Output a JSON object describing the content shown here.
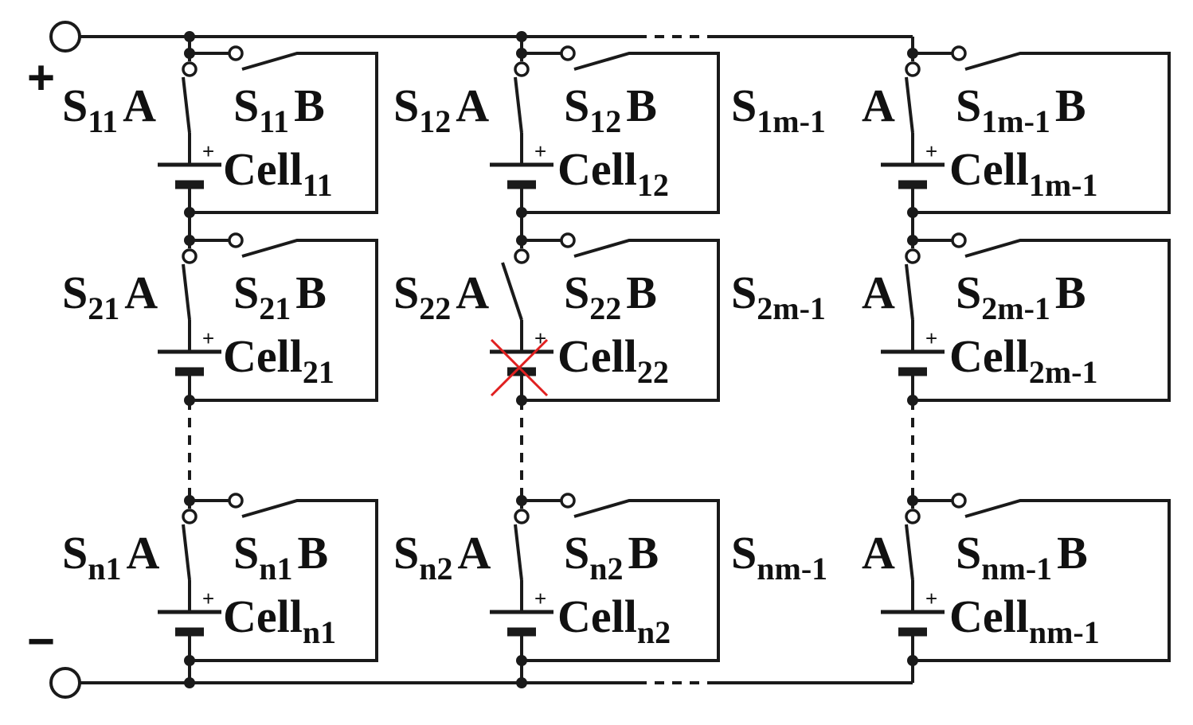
{
  "polarity": {
    "positive": "+",
    "negative": "−"
  },
  "cell_plus": "+",
  "columns": [
    {
      "cells": [
        {
          "sa": "S",
          "sa_sub": "11",
          "sa_suffix": "A",
          "sb": "S",
          "sb_sub": "11",
          "sb_suffix": "B",
          "cell": "Cell",
          "cell_sub": "11",
          "faulty": false,
          "switch_a_open": false
        },
        {
          "sa": "S",
          "sa_sub": "21",
          "sa_suffix": "A",
          "sb": "S",
          "sb_sub": "21",
          "sb_suffix": "B",
          "cell": "Cell",
          "cell_sub": "21",
          "faulty": false,
          "switch_a_open": false
        },
        {
          "sa": "S",
          "sa_sub": "n1",
          "sa_suffix": "A",
          "sb": "S",
          "sb_sub": "n1",
          "sb_suffix": "B",
          "cell": "Cell",
          "cell_sub": "n1",
          "faulty": false,
          "switch_a_open": false
        }
      ]
    },
    {
      "cells": [
        {
          "sa": "S",
          "sa_sub": "12",
          "sa_suffix": "A",
          "sb": "S",
          "sb_sub": "12",
          "sb_suffix": "B",
          "cell": "Cell",
          "cell_sub": "12",
          "faulty": false,
          "switch_a_open": false
        },
        {
          "sa": "S",
          "sa_sub": "22",
          "sa_suffix": "A",
          "sb": "S",
          "sb_sub": "22",
          "sb_suffix": "B",
          "cell": "Cell",
          "cell_sub": "22",
          "faulty": true,
          "switch_a_open": true
        },
        {
          "sa": "S",
          "sa_sub": "n2",
          "sa_suffix": "A",
          "sb": "S",
          "sb_sub": "n2",
          "sb_suffix": "B",
          "cell": "Cell",
          "cell_sub": "n2",
          "faulty": false,
          "switch_a_open": false
        }
      ]
    },
    {
      "cells": [
        {
          "sa": "S",
          "sa_sub": "1m-1",
          "sa_suffix": "A",
          "sb": "S",
          "sb_sub": "1m-1",
          "sb_suffix": "B",
          "cell": "Cell",
          "cell_sub": "1m-1",
          "faulty": false,
          "switch_a_open": false
        },
        {
          "sa": "S",
          "sa_sub": "2m-1",
          "sa_suffix": "A",
          "sb": "S",
          "sb_sub": "2m-1",
          "sb_suffix": "B",
          "cell": "Cell",
          "cell_sub": "2m-1",
          "faulty": false,
          "switch_a_open": false
        },
        {
          "sa": "S",
          "sa_sub": "nm-1",
          "sa_suffix": "A",
          "sb": "S",
          "sb_sub": "nm-1",
          "sb_suffix": "B",
          "cell": "Cell",
          "cell_sub": "nm-1",
          "faulty": false,
          "switch_a_open": false
        }
      ]
    }
  ],
  "colors": {
    "wire": "#1a1a1a",
    "fault_mark": "#e02020",
    "background": "#ffffff"
  }
}
